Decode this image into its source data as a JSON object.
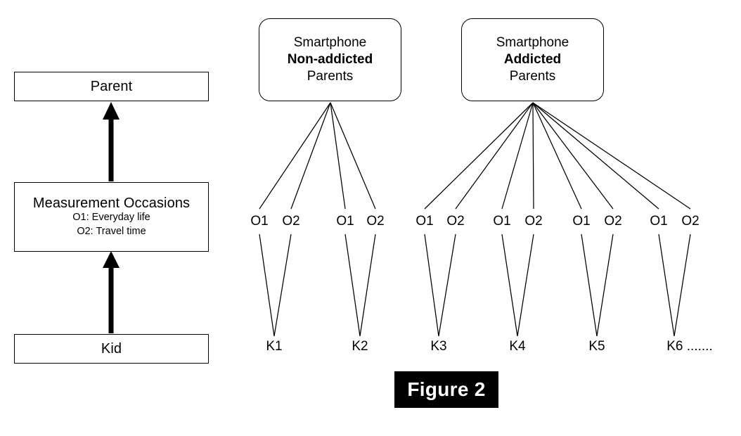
{
  "figure": {
    "caption": "Figure 2",
    "caption_bg": "#000000",
    "caption_fg": "#ffffff"
  },
  "left_panel": {
    "levels": [
      {
        "name": "parent",
        "title": "Parent",
        "sub1": "",
        "sub2": ""
      },
      {
        "name": "measurement-occasions",
        "title": "Measurement Occasions",
        "sub1": "O1: Everyday life",
        "sub2": "O2: Travel time"
      },
      {
        "name": "kid",
        "title": "Kid",
        "sub1": "",
        "sub2": ""
      }
    ],
    "arrows": [
      {
        "from": "kid",
        "to": "measurement-occasions"
      },
      {
        "from": "measurement-occasions",
        "to": "parent"
      }
    ]
  },
  "right_panel": {
    "groups": [
      {
        "id": "nonaddicted",
        "line1": "Smartphone",
        "line2": "Non-addicted",
        "line3": "Parents",
        "children": [
          "K1",
          "K2"
        ]
      },
      {
        "id": "addicted",
        "line1": "Smartphone",
        "line2": "Addicted",
        "line3": "Parents",
        "children": [
          "K3",
          "K4",
          "K5",
          "K6"
        ]
      }
    ],
    "occasion_labels": [
      "O1",
      "O2"
    ],
    "kids": [
      {
        "id": "k1",
        "label": "K1",
        "group": "nonaddicted"
      },
      {
        "id": "k2",
        "label": "K2",
        "group": "nonaddicted"
      },
      {
        "id": "k3",
        "label": "K3",
        "group": "addicted"
      },
      {
        "id": "k4",
        "label": "K4",
        "group": "addicted"
      },
      {
        "id": "k5",
        "label": "K5",
        "group": "addicted"
      },
      {
        "id": "k6",
        "label": "K6 .......",
        "group": "addicted"
      }
    ],
    "occasions_row": [
      "O1",
      "O2",
      "O1",
      "O2",
      "O1",
      "O2",
      "O1",
      "O2",
      "O1",
      "O2",
      "O1",
      "O2"
    ]
  },
  "style": {
    "stroke": "#000000",
    "background": "#ffffff"
  }
}
